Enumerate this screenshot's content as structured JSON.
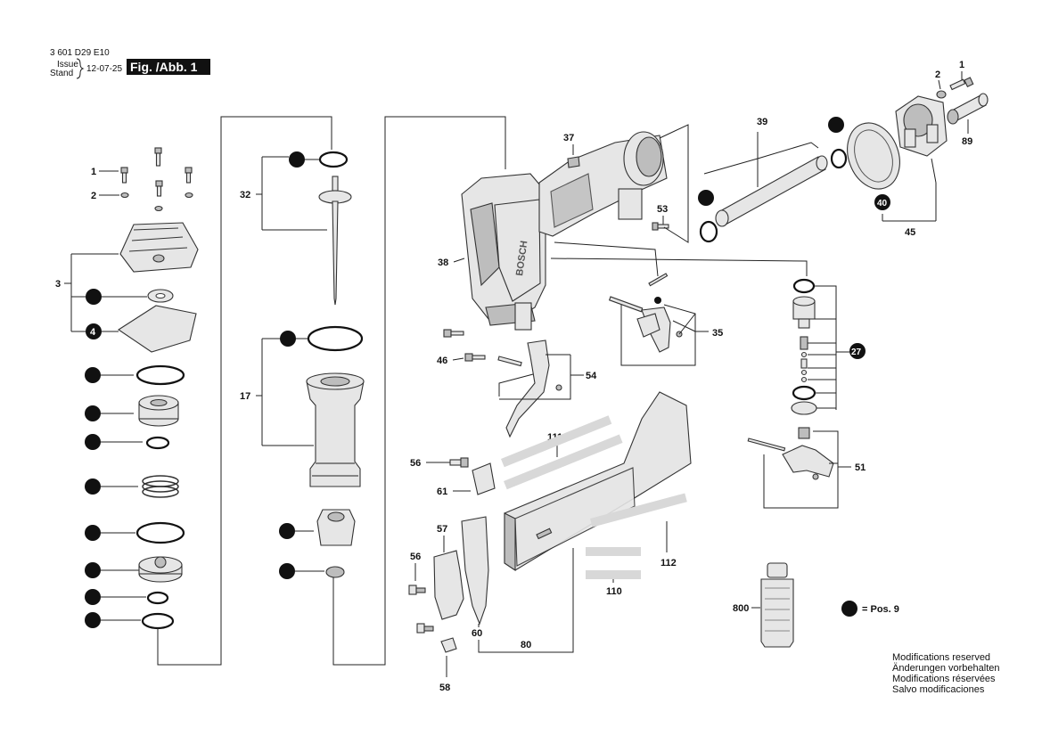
{
  "header": {
    "doc_number": "3 601 D29 E10",
    "issue_label": "Issue",
    "stand_label": "Stand",
    "date": "12-07-25",
    "figure": "Fig. /Abb. 1"
  },
  "legend": {
    "text": "= Pos. 9"
  },
  "brand": "BOSCH",
  "labels": {
    "p1a": "1",
    "p2a": "2",
    "p3": "3",
    "p4": "4",
    "p32": "32",
    "p17": "17",
    "p37": "37",
    "p38": "38",
    "p39": "39",
    "p40": "40",
    "p1b": "1",
    "p2b": "2",
    "p89": "89",
    "p45": "45",
    "p53": "53",
    "p35": "35",
    "p27": "27",
    "p46": "46",
    "p54": "54",
    "p111": "111",
    "p51": "51",
    "p56a": "56",
    "p61": "61",
    "p57": "57",
    "p56b": "56",
    "p112": "112",
    "p110": "110",
    "p800": "800",
    "p60": "60",
    "p80": "80",
    "p58": "58"
  },
  "footer": [
    "Modifications reserved",
    "Änderungen vorbehalten",
    "Modifications réservées",
    "Salvo modificaciones"
  ]
}
